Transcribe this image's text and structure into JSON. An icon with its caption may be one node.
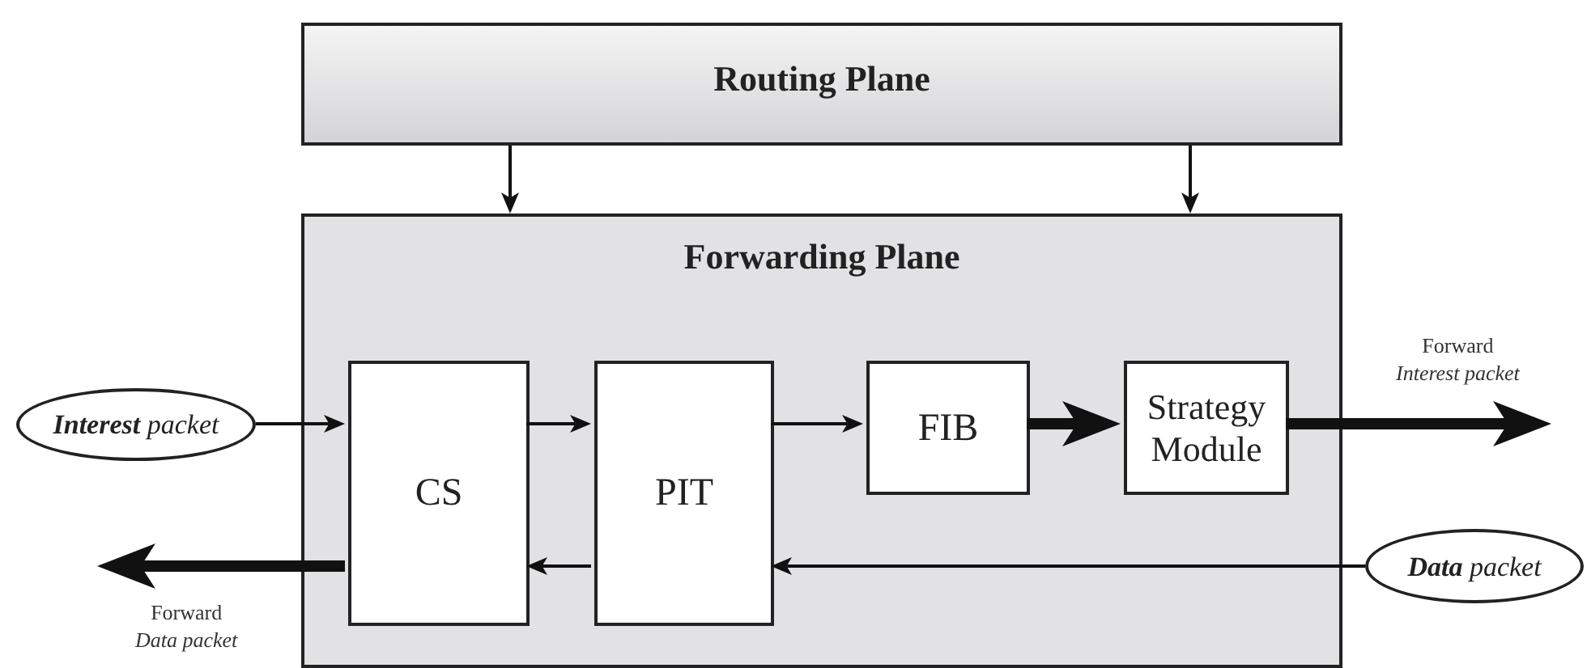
{
  "diagram": {
    "nodes": [
      {
        "text": [
          "Routing Plane"
        ]
      },
      {
        "text": [
          "Forwarding Plane"
        ]
      },
      {
        "text": [
          "CS"
        ],
        "in": 1
      },
      {
        "text": [
          "PIT"
        ],
        "in": 1
      },
      {
        "text": [
          "FIB"
        ],
        "in": 1
      },
      {
        "text": [
          "Strategy Module"
        ],
        "in": 1
      },
      {
        "text": [
          "**Interest** packet"
        ]
      },
      {
        "text": [
          "**Data** packet"
        ]
      }
    ],
    "edges": [
      {
        "from": 0,
        "to": 1,
        "arrow": "to"
      },
      {
        "from": 0,
        "to": 1,
        "arrow": "to"
      },
      {
        "from": 6,
        "to": 2,
        "arrow": "to"
      },
      {
        "from": 2,
        "to": 3,
        "arrow": "to"
      },
      {
        "from": 3,
        "to": 4,
        "arrow": "to"
      },
      {
        "from": 4,
        "to": 5,
        "arrow": "to",
        "style": "thick"
      },
      {
        "from": 5,
        "to": null,
        "arrow": "to",
        "style": "thick",
        "label": "Forward *Interest packet*"
      },
      {
        "from": 7,
        "to": 3,
        "arrow": "to"
      },
      {
        "from": 3,
        "to": 2,
        "arrow": "to"
      },
      {
        "from": 2,
        "to": null,
        "arrow": "to",
        "style": "thick",
        "label": "Forward *Data packet*"
      }
    ]
  }
}
